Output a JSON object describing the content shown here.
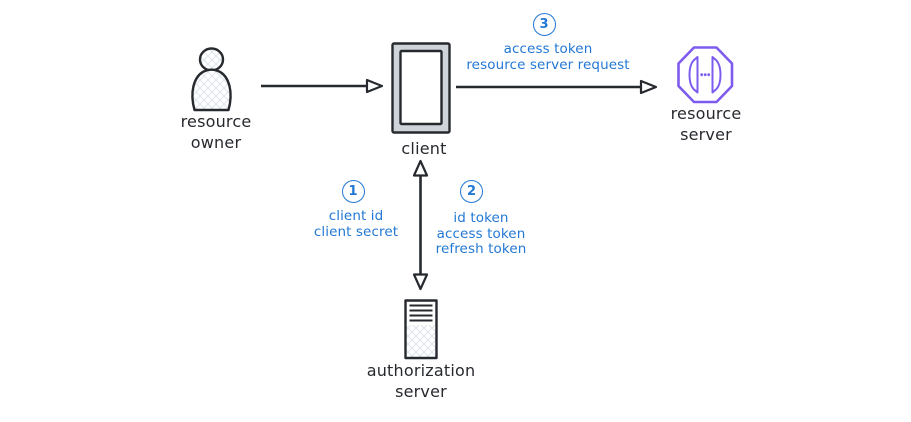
{
  "colors": {
    "ink": "#26292e",
    "accent_blue": "#2378d4",
    "accent_purple": "#7e5bef",
    "client_frame_fill": "#ced4da"
  },
  "nodes": {
    "resource_owner": {
      "label": "resource owner",
      "icon": "person-icon"
    },
    "client": {
      "label": "client",
      "icon": "device-screen-icon"
    },
    "resource_server": {
      "label": "resource server",
      "icon": "database-octagon-icon"
    },
    "authorization_server": {
      "label": "authorization server",
      "icon": "server-rack-icon"
    }
  },
  "steps": {
    "step1": {
      "number": "1",
      "lines": [
        "client id",
        "client secret"
      ]
    },
    "step2": {
      "number": "2",
      "lines": [
        "id token",
        "access token",
        "refresh token"
      ]
    },
    "step3": {
      "number": "3",
      "lines": [
        "access token",
        "resource server request"
      ]
    }
  }
}
